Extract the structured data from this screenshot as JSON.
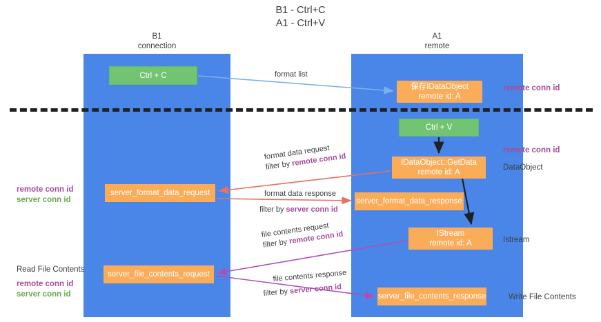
{
  "title": {
    "line1": "B1 - Ctrl+C",
    "line2": "A1 - Ctrl+V"
  },
  "lanes": [
    {
      "id": "b1",
      "name": "B1",
      "subtitle": "connection",
      "color": "#4a86e8"
    },
    {
      "id": "a1",
      "name": "A1",
      "subtitle": "remote",
      "color": "#4a86e8"
    }
  ],
  "boxes": {
    "ctrl_c": {
      "line1": "Ctrl + C",
      "color": "#72c472"
    },
    "idataobject": {
      "line1": "保存IDataObject",
      "line2": "remote id: A",
      "color": "#fbac58"
    },
    "ctrl_v": {
      "line1": "Ctrl + V",
      "color": "#72c472"
    },
    "getdata": {
      "line1": "IDataObject::GetData",
      "line2": "remote id: A",
      "color": "#fbac58"
    },
    "server_format_data_request": {
      "line1": "server_format_data_request",
      "color": "#fbac58"
    },
    "server_format_data_response": {
      "line1": "server_format_data_response",
      "color": "#fbac58"
    },
    "istream": {
      "line1": "IStream",
      "line2": "remote id: A",
      "color": "#fbac58"
    },
    "server_file_contents_request": {
      "line1": "server_file_contents_request",
      "color": "#fbac58"
    },
    "server_file_contents_response": {
      "line1": "server_file_contents_response",
      "color": "#fbac58"
    }
  },
  "edge_labels": {
    "format_list": "format list",
    "format_data_request": "format data request",
    "format_data_request_filter_prefix": "filter by ",
    "format_data_request_filter_key": "remote conn id",
    "format_data_response": "format data response",
    "format_data_response_filter_prefix": "filter by ",
    "format_data_response_filter_key": "server conn id",
    "file_contents_request": "file contents request",
    "file_contents_request_filter_prefix": "filter by ",
    "file_contents_request_filter_key": "remote conn id",
    "file_contents_response": "file contents response",
    "file_contents_response_filter_prefix": "filter by ",
    "file_contents_response_filter_key": "server conn id"
  },
  "annotations": {
    "right_remote_conn_id_top": "remote conn id",
    "right_remote_conn_id_mid": "remote conn id",
    "right_dataobject": "DataObject",
    "right_istream": "Istream",
    "right_write_file_contents": "Write File Contents",
    "left_remote_conn_id": "remote conn id",
    "left_server_conn_id": "server conn id",
    "left_read_file_contents": "Read File Contents",
    "left_remote_conn_id_2": "remote conn id",
    "left_server_conn_id_2": "server conn id"
  },
  "colors": {
    "lane": "#4a86e8",
    "green_box": "#72c472",
    "orange_box": "#fbac58",
    "purple_text": "#a64d9a",
    "green_text": "#6aa84f",
    "arrow_blue": "#7cb0e8",
    "arrow_red": "#e8715f",
    "arrow_magenta": "#b34db3",
    "arrow_black": "#202124",
    "divider": "#202124",
    "text": "#3c4043"
  }
}
